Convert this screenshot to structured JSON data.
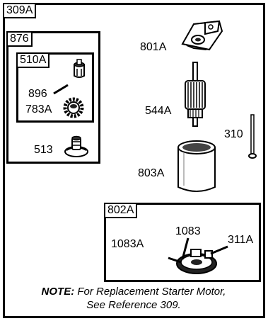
{
  "callouts": {
    "group_309a": "309A",
    "group_876": "876",
    "group_510a": "510A",
    "group_802a": "802A",
    "part_896": "896",
    "part_783a": "783A",
    "part_513": "513",
    "part_801a": "801A",
    "part_544a": "544A",
    "part_310": "310",
    "part_803a": "803A",
    "part_1083": "1083",
    "part_1083a": "1083A",
    "part_311a": "311A"
  },
  "note": {
    "label": "NOTE:",
    "line1": "For Replacement Starter Motor,",
    "line2": "See Reference 309."
  }
}
